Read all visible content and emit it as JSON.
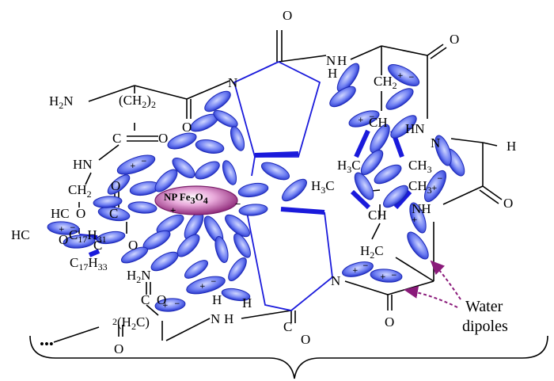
{
  "nanoparticle": {
    "label_main": "NP Fe",
    "sub1": "3",
    "mid": "O",
    "sub2": "4",
    "plus": "+",
    "minus": "−"
  },
  "annotation": {
    "line1": "Water",
    "line2": "dipoles"
  },
  "atoms": {
    "O": "O",
    "N": "N",
    "H": "H",
    "NH": "NH",
    "HN": "HN",
    "H2N_left": "H",
    "H2N_left_sub": "2",
    "H2N_left_n": "N",
    "CH2": "CH",
    "CH2_sub": "2",
    "CH": "CH",
    "H3C": "H",
    "H3C_sub": "3",
    "H3C_c": "C",
    "CH3": "CH",
    "CH3_sub": "3",
    "CH2chain": "(CH",
    "CH2chain_sub": "2",
    "CH2chain_close": ")",
    "CH2chain_n": "2",
    "HC": "HC",
    "C": "C",
    "C17": "C",
    "C17_sub": "17",
    "H31": "H",
    "H31_sub": "31",
    "H33": "H",
    "H33_sub": "33",
    "H2C": "H",
    "H2C_sub": "2",
    "H2C_c": "C",
    "H2Cchain_pre": "2",
    "H2Cchain": "(H",
    "H2Cchain_sub": "2",
    "H2Cchain_c": "C)",
    "dots": "•••"
  }
}
